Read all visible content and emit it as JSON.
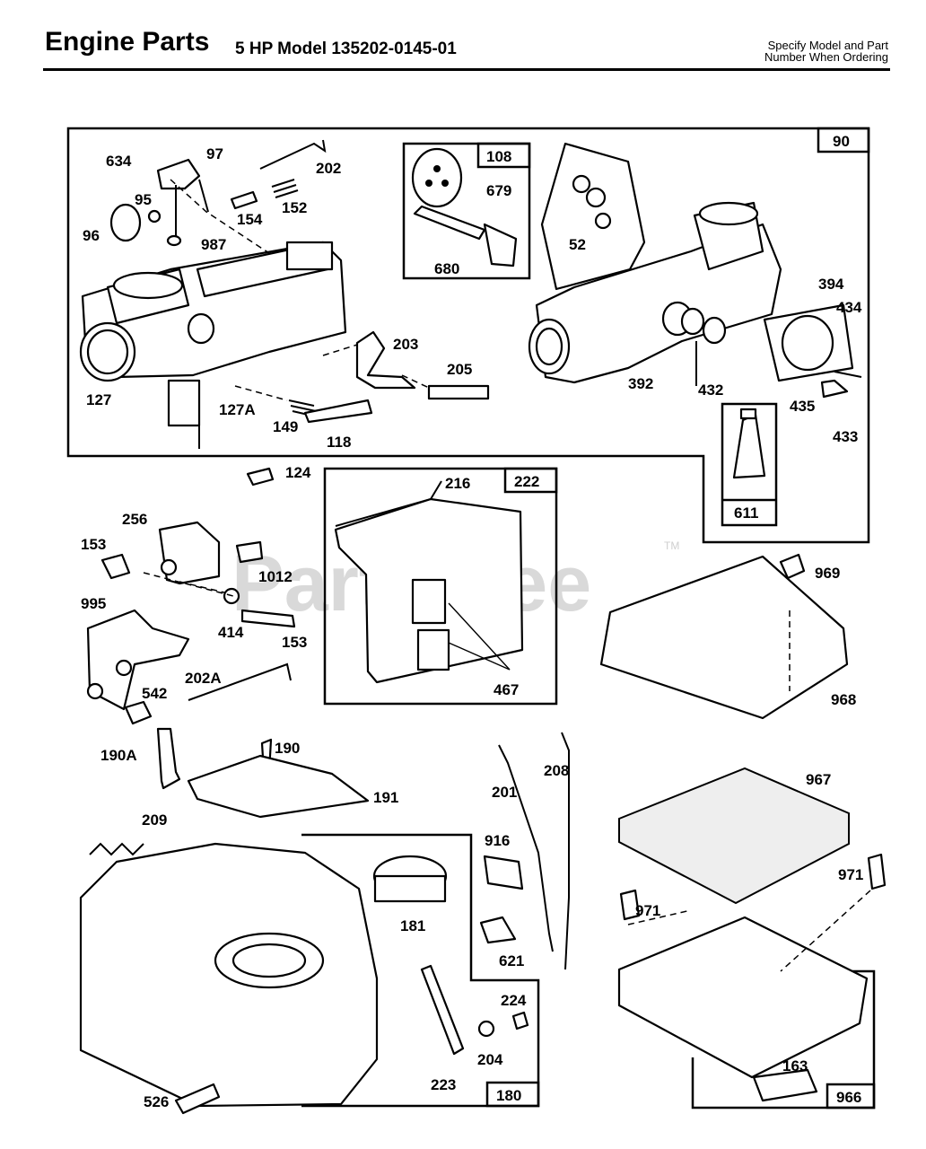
{
  "header": {
    "title": "Engine Parts",
    "model": "5 HP Model 135202-0145-01",
    "note_line1": "Specify Model and Part",
    "note_line2": "Number When Ordering"
  },
  "watermark": {
    "text": "PartsTree",
    "tm": "TM"
  },
  "boxes": {
    "b90": "90",
    "b108": "108",
    "b611": "611",
    "b222": "222",
    "b180": "180",
    "b966": "966"
  },
  "labels": {
    "l634": "634",
    "l97": "97",
    "l202": "202",
    "l95": "95",
    "l154": "154",
    "l152": "152",
    "l96": "96",
    "l987": "987",
    "l127": "127",
    "l127A": "127A",
    "l149": "149",
    "l118": "118",
    "l203": "203",
    "l205": "205",
    "l679": "679",
    "l680": "680",
    "l52": "52",
    "l394": "394",
    "l434": "434",
    "l392": "392",
    "l432": "432",
    "l435": "435",
    "l433": "433",
    "l124": "124",
    "l256": "256",
    "l153a": "153",
    "l1012": "1012",
    "l995": "995",
    "l414": "414",
    "l153b": "153",
    "l202A": "202A",
    "l542": "542",
    "l216": "216",
    "l467": "467",
    "l969": "969",
    "l968": "968",
    "l190A": "190A",
    "l190": "190",
    "l191": "191",
    "l209": "209",
    "l201": "201",
    "l208": "208",
    "l916": "916",
    "l181": "181",
    "l621": "621",
    "l967": "967",
    "l971a": "971",
    "l971b": "971",
    "l224": "224",
    "l204": "204",
    "l223": "223",
    "l526": "526",
    "l163": "163"
  }
}
